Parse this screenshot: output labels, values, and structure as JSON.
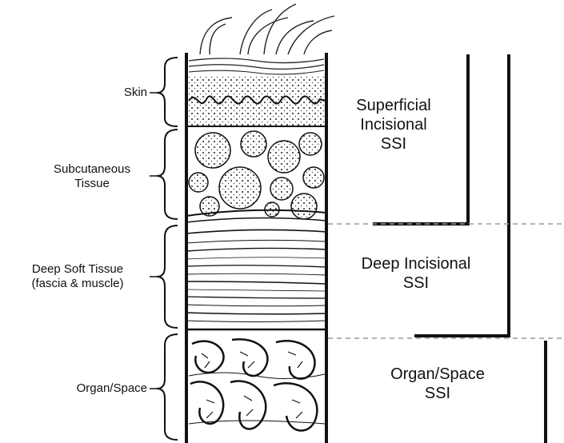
{
  "layers": [
    {
      "label_lines": [
        "Skin"
      ]
    },
    {
      "label_lines": [
        "Subcutaneous",
        "Tissue"
      ]
    },
    {
      "label_lines": [
        "Deep Soft Tissue",
        "(fascia & muscle)"
      ]
    },
    {
      "label_lines": [
        "Organ/Space"
      ]
    }
  ],
  "zones": [
    {
      "label_lines": [
        "Superficial",
        "Incisional",
        "SSI"
      ]
    },
    {
      "label_lines": [
        "Deep Incisional",
        "SSI"
      ]
    },
    {
      "label_lines": [
        "Organ/Space",
        "SSI"
      ]
    }
  ],
  "colors": {
    "ink": "#111111",
    "background": "#ffffff",
    "dash": "#9a9a9a"
  }
}
